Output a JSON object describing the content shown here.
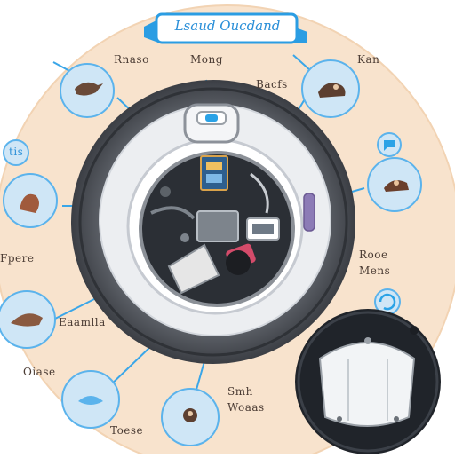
{
  "banner": {
    "text": "Lsaud Oucdand"
  },
  "labels": [
    {
      "id": "top-left-caption",
      "text": "Rnaso"
    },
    {
      "id": "top-center-caption",
      "text": "Mong"
    },
    {
      "id": "top-right-caption",
      "text": "Bacfs"
    },
    {
      "id": "right-top-caption",
      "text": "Kan"
    },
    {
      "id": "left-icon-caption",
      "text": "tis"
    },
    {
      "id": "left-mid-caption",
      "text": "Fpere"
    },
    {
      "id": "right-mid-caption-1",
      "text": "Rooe"
    },
    {
      "id": "right-mid-caption-2",
      "text": "Mens"
    },
    {
      "id": "lower-left-caption",
      "text": "Eaamlla"
    },
    {
      "id": "bottom-left-caption",
      "text": "Oiase"
    },
    {
      "id": "bottom-center-caption-1",
      "text": "Smh"
    },
    {
      "id": "bottom-center-caption-2",
      "text": "Woaas"
    },
    {
      "id": "bottom-caption",
      "text": "Toese"
    }
  ],
  "colors": {
    "background": "#ffffff",
    "outer_disc": "#f8e3cd",
    "bubble_fill": "#cfe6f6",
    "bubble_stroke": "#5bb3ec",
    "accent_blue": "#2aa2e6",
    "device_dark": "#4a4d53",
    "device_light": "#eef0f3",
    "panel_dark": "#20242a"
  },
  "icons": [
    "bird-icon",
    "dog-icon",
    "cat-icon",
    "squirrel-icon",
    "ferret-icon",
    "fish-icon",
    "hamster-icon",
    "mouse-icon",
    "refresh-icon",
    "chat-icon",
    "app-card-icon",
    "device-button-icon"
  ]
}
